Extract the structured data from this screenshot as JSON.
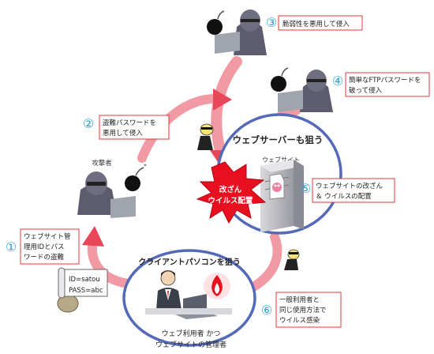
{
  "steps": [
    {
      "num": "①",
      "text": [
        "ウェブサイト管",
        "理用IDとパス",
        "ワードの盗難"
      ]
    },
    {
      "num": "②",
      "text": [
        "盗難パスワードを",
        "悪用して侵入"
      ]
    },
    {
      "num": "③",
      "text": [
        "脆弱性を悪用して侵入"
      ]
    },
    {
      "num": "④",
      "text": [
        "簡単なFTPパスワードを",
        "破って侵入"
      ]
    },
    {
      "num": "⑤",
      "text": [
        "ウェブサイトの改ざん",
        "＆ ウイルスの配置"
      ]
    },
    {
      "num": "⑥",
      "text": [
        "一般利用者と",
        "同じ使用方法で",
        "ウイルス感染"
      ]
    }
  ],
  "server_title": "ウェブサーバーも狙う",
  "server_label": "ウェブサイト",
  "burst_text": [
    "改ざん",
    "ウイルス配置"
  ],
  "attacker_label": "攻撃者",
  "client_title": "クライアントパソコンを狙う",
  "client_caption": [
    "ウェブ利用者 かつ",
    "ウェブサイトの管理者"
  ],
  "scroll_text": [
    "ID=satou",
    "PASS=abc"
  ],
  "colors": {
    "arrow": "#e8475a",
    "box_border": "#e03a3a",
    "number": "#29a3d6",
    "circle": "#5469b8",
    "burst": "#e8101e",
    "figure": "#5c5c6e"
  },
  "icons": [
    "bomb-icon",
    "hacker-icon",
    "laptop-icon",
    "server-icon",
    "virus-file-icon",
    "fire-icon",
    "scroll-icon",
    "money-bag-icon",
    "spy-icon"
  ]
}
